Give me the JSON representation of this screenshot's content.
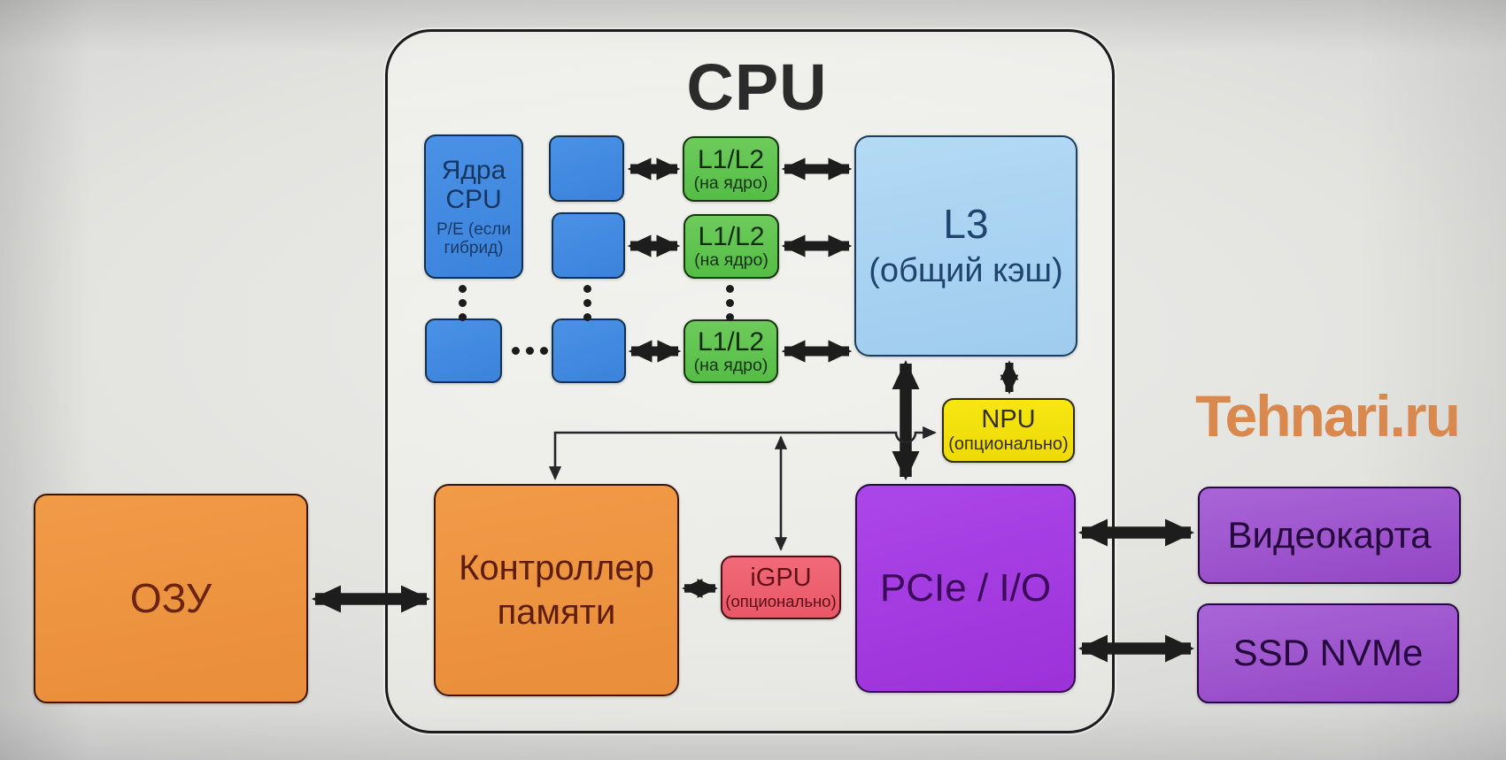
{
  "title": "CPU",
  "watermark": "Tehnari.ru",
  "blocks": {
    "cores": {
      "title": "Ядра\nCPU",
      "subtitle": "P/E (если\nгибрид)"
    },
    "l1l2_rows": [
      {
        "title": "L1/L2",
        "subtitle": "(на ядро)"
      },
      {
        "title": "L1/L2",
        "subtitle": "(на ядро)"
      },
      {
        "title": "L1/L2",
        "subtitle": "(на ядро)"
      }
    ],
    "l3": {
      "title": "L3",
      "subtitle": "(общий кэш)"
    },
    "npu": {
      "title": "NPU",
      "subtitle": "(опционально)"
    },
    "memory_controller": {
      "title": "Контроллер\nпамяти"
    },
    "igpu": {
      "title": "iGPU",
      "subtitle": "(опционально)"
    },
    "pcie": {
      "title": "PCIe / I/O"
    },
    "ram": {
      "title": "ОЗУ"
    },
    "video_card": {
      "title": "Видеокарта"
    },
    "ssd": {
      "title": "SSD NVMe"
    }
  },
  "colors": {
    "core_blue": "#3d87e2",
    "l3_light_blue": "#a7d2f2",
    "cache_green": "#5dc24c",
    "npu_yellow": "#f2e00e",
    "igpu_pink": "#ee5e72",
    "pcie_purple": "#a43ce0",
    "peripheral_purple": "#9a4ecb",
    "memory_orange": "#ee9440",
    "watermark_orange": "#d9884e",
    "arrow_black": "#1d1d1d"
  }
}
